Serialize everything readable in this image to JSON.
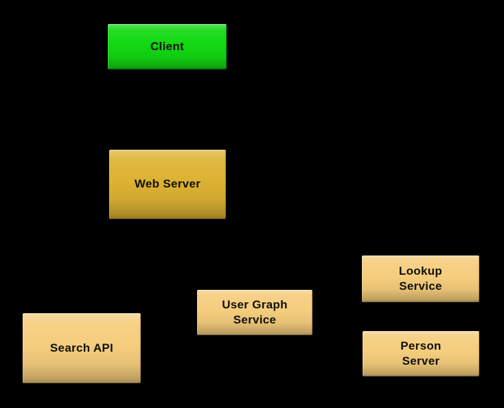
{
  "diagram": {
    "background_color": "#000000",
    "text_color": "#10100a",
    "nodes": {
      "client": {
        "label": "Client",
        "color": "#12d812"
      },
      "web_server": {
        "label": "Web Server",
        "color": "#ddb233"
      },
      "search_api": {
        "label": "Search API",
        "color": "#f5cd7d"
      },
      "user_graph_service": {
        "label": "User Graph\nService",
        "color": "#f5cd7d"
      },
      "lookup_service": {
        "label": "Lookup\nService",
        "color": "#f5cd7d"
      },
      "person_server": {
        "label": "Person\nServer",
        "color": "#f5cd7d"
      }
    }
  }
}
